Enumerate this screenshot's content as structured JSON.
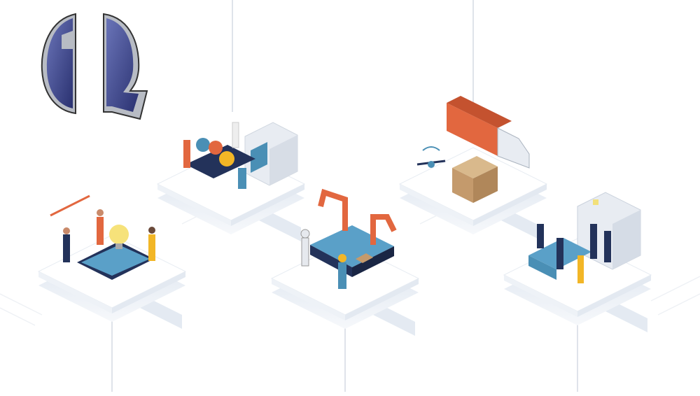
{
  "logo": {
    "text": "iQ",
    "colors": {
      "face": "#4a5396",
      "chrome": "#b8bcc4",
      "dark": "#1f2440"
    }
  },
  "palette": {
    "accent": "#e2673f",
    "navy": "#23325a",
    "teal": "#4a8fb5",
    "platform": "#ffffff",
    "shadow": "#dfe6ef",
    "line": "#d8dde5"
  },
  "scenes": [
    {
      "name": "idea-innovation"
    },
    {
      "name": "design-engineering"
    },
    {
      "name": "robotic-manufacturing"
    },
    {
      "name": "logistics-delivery"
    },
    {
      "name": "retail-sales"
    }
  ]
}
